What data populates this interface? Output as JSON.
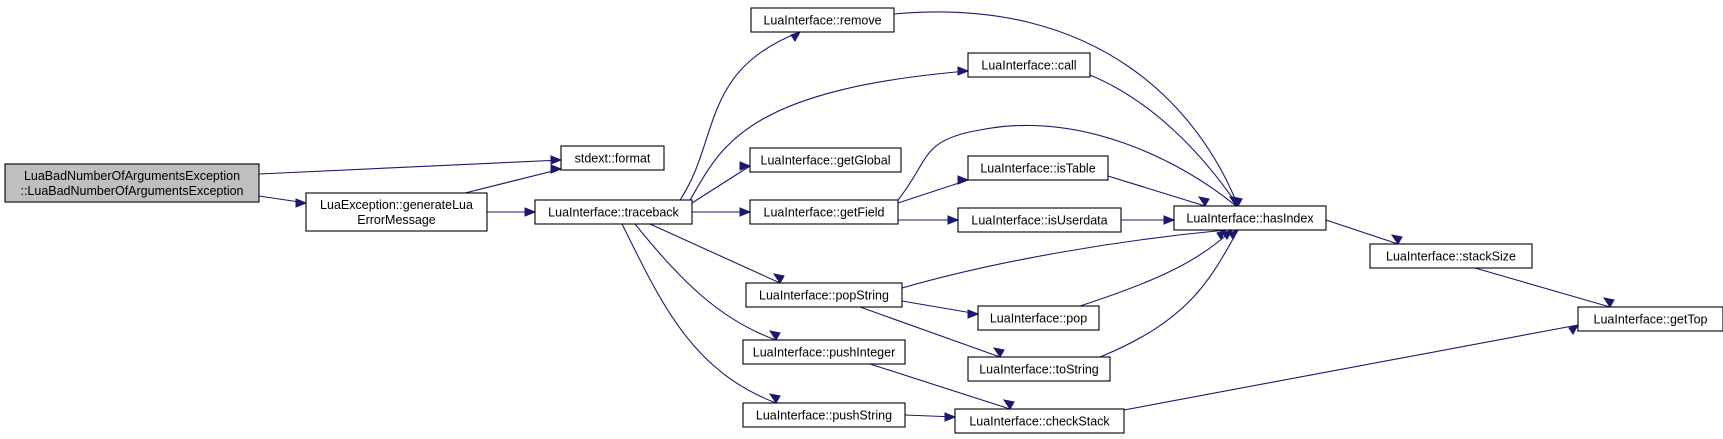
{
  "diagram": {
    "type": "call-graph",
    "nodes": [
      {
        "id": "lbnoae",
        "lines": [
          "LuaBadNumberOfArgumentsException",
          "::LuaBadNumberOfArgumentsException"
        ],
        "highlighted": true
      },
      {
        "id": "format",
        "lines": [
          "stdext::format"
        ]
      },
      {
        "id": "generr",
        "lines": [
          "LuaException::generateLua",
          "ErrorMessage"
        ]
      },
      {
        "id": "traceback",
        "lines": [
          "LuaInterface::traceback"
        ]
      },
      {
        "id": "remove",
        "lines": [
          "LuaInterface::remove"
        ]
      },
      {
        "id": "call",
        "lines": [
          "LuaInterface::call"
        ]
      },
      {
        "id": "getglobal",
        "lines": [
          "LuaInterface::getGlobal"
        ]
      },
      {
        "id": "getfield",
        "lines": [
          "LuaInterface::getField"
        ]
      },
      {
        "id": "istable",
        "lines": [
          "LuaInterface::isTable"
        ]
      },
      {
        "id": "isuserdata",
        "lines": [
          "LuaInterface::isUserdata"
        ]
      },
      {
        "id": "hasindex",
        "lines": [
          "LuaInterface::hasIndex"
        ]
      },
      {
        "id": "stacksize",
        "lines": [
          "LuaInterface::stackSize"
        ]
      },
      {
        "id": "gettop",
        "lines": [
          "LuaInterface::getTop"
        ]
      },
      {
        "id": "popstring",
        "lines": [
          "LuaInterface::popString"
        ]
      },
      {
        "id": "pop",
        "lines": [
          "LuaInterface::pop"
        ]
      },
      {
        "id": "tostring",
        "lines": [
          "LuaInterface::toString"
        ]
      },
      {
        "id": "pushinteger",
        "lines": [
          "LuaInterface::pushInteger"
        ]
      },
      {
        "id": "pushstring",
        "lines": [
          "LuaInterface::pushString"
        ]
      },
      {
        "id": "checkstack",
        "lines": [
          "LuaInterface::checkStack"
        ]
      }
    ],
    "edges": [
      {
        "from": "lbnoae",
        "to": "format"
      },
      {
        "from": "lbnoae",
        "to": "generr"
      },
      {
        "from": "generr",
        "to": "format"
      },
      {
        "from": "generr",
        "to": "traceback"
      },
      {
        "from": "traceback",
        "to": "remove"
      },
      {
        "from": "traceback",
        "to": "call"
      },
      {
        "from": "traceback",
        "to": "getglobal"
      },
      {
        "from": "traceback",
        "to": "getfield"
      },
      {
        "from": "traceback",
        "to": "popstring"
      },
      {
        "from": "traceback",
        "to": "pushinteger"
      },
      {
        "from": "traceback",
        "to": "pushstring"
      },
      {
        "from": "remove",
        "to": "hasindex"
      },
      {
        "from": "call",
        "to": "hasindex"
      },
      {
        "from": "getfield",
        "to": "istable"
      },
      {
        "from": "getfield",
        "to": "isuserdata"
      },
      {
        "from": "getfield",
        "to": "hasindex"
      },
      {
        "from": "istable",
        "to": "hasindex"
      },
      {
        "from": "isuserdata",
        "to": "hasindex"
      },
      {
        "from": "popstring",
        "to": "hasindex"
      },
      {
        "from": "popstring",
        "to": "pop"
      },
      {
        "from": "popstring",
        "to": "tostring"
      },
      {
        "from": "pop",
        "to": "hasindex"
      },
      {
        "from": "tostring",
        "to": "hasindex"
      },
      {
        "from": "hasindex",
        "to": "stacksize"
      },
      {
        "from": "stacksize",
        "to": "gettop"
      },
      {
        "from": "pushinteger",
        "to": "checkstack"
      },
      {
        "from": "pushstring",
        "to": "checkstack"
      },
      {
        "from": "checkstack",
        "to": "gettop"
      }
    ],
    "colors": {
      "edge": "#191970",
      "node_fill": "#ffffff",
      "highlight_fill": "#bfbfbf",
      "node_border": "#000000"
    }
  }
}
